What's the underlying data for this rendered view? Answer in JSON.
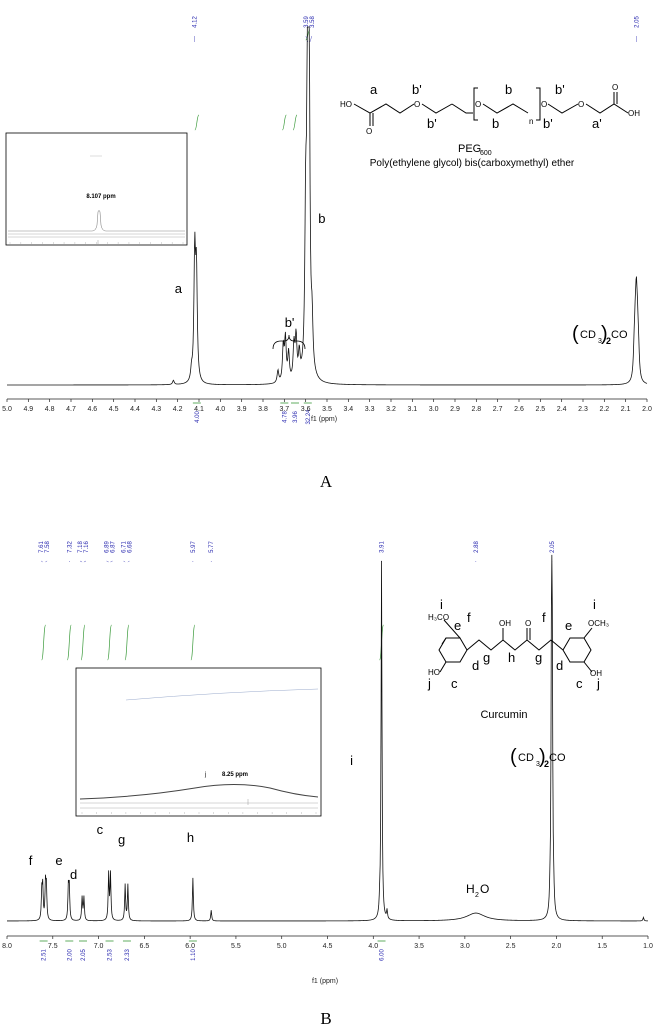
{
  "chart_data": [
    {
      "panel": "A",
      "type": "line",
      "xlabel": "f1 (ppm)",
      "xlim": [
        5.0,
        2.0
      ],
      "x_ticks": [
        "5.0",
        "4.9",
        "4.8",
        "4.7",
        "4.6",
        "4.5",
        "4.4",
        "4.3",
        "4.2",
        "4.1",
        "4.0",
        "3.9",
        "3.8",
        "3.7",
        "3.6",
        "3.5",
        "3.4",
        "3.3",
        "3.2",
        "3.1",
        "3.0",
        "2.9",
        "2.8",
        "2.7",
        "2.6",
        "2.5",
        "2.4",
        "2.3",
        "2.2",
        "2.1",
        "2.0"
      ],
      "x_reversed": true,
      "peak_labels": [
        "4.12",
        "3.59",
        "3.58",
        "2.05"
      ],
      "integrals": [
        {
          "ppm": 4.11,
          "value": "4.00"
        },
        {
          "ppm": 3.7,
          "value": "4.78"
        },
        {
          "ppm": 3.65,
          "value": "3.96"
        },
        {
          "ppm": 3.59,
          "value": "32.24"
        }
      ],
      "peaks": [
        {
          "ppm": 4.22,
          "height": 0.012
        },
        {
          "ppm": 4.135,
          "height": 0.03
        },
        {
          "ppm": 4.12,
          "height": 0.36
        },
        {
          "ppm": 4.112,
          "height": 0.3
        },
        {
          "ppm": 3.73,
          "height": 0.035
        },
        {
          "ppm": 3.705,
          "height": 0.1
        },
        {
          "ppm": 3.695,
          "height": 0.12
        },
        {
          "ppm": 3.68,
          "height": 0.08
        },
        {
          "ppm": 3.655,
          "height": 0.1
        },
        {
          "ppm": 3.645,
          "height": 0.12
        },
        {
          "ppm": 3.63,
          "height": 0.07
        },
        {
          "ppm": 3.6,
          "height": 0.4
        },
        {
          "ppm": 3.59,
          "height": 1.0
        },
        {
          "ppm": 3.585,
          "height": 0.98
        },
        {
          "ppm": 3.57,
          "height": 0.12
        },
        {
          "ppm": 2.06,
          "height": 0.07
        },
        {
          "ppm": 2.055,
          "height": 0.11
        },
        {
          "ppm": 2.05,
          "height": 0.19
        },
        {
          "ppm": 2.045,
          "height": 0.11
        },
        {
          "ppm": 2.04,
          "height": 0.07
        }
      ],
      "assignments": [
        {
          "label": "a",
          "ppm": 4.12
        },
        {
          "label": "b'",
          "ppm": 3.67
        },
        {
          "label": "b",
          "ppm": 3.555
        }
      ],
      "solvent_label": {
        "open": "(",
        "main": "CD",
        "sub": "3",
        "close": ")",
        "sub2": "2",
        "tail": "CO"
      },
      "structure": {
        "labels": [
          "a",
          "b'",
          "b",
          "b'",
          "b'",
          "b",
          "b'",
          "a'"
        ],
        "ho": "HO",
        "oh": "OH",
        "o": "O",
        "n": "n",
        "name_main": "PEG",
        "name_sub": "600",
        "caption": "Poly(ethylene glycol) bis(carboxymethyl) ether"
      },
      "inset": {
        "label": "8.107 ppm"
      },
      "letter": "A"
    },
    {
      "panel": "B",
      "type": "line",
      "xlabel": "f1 (ppm)",
      "xlim": [
        8.0,
        1.0
      ],
      "x_ticks": [
        "8.0",
        "7.5",
        "7.0",
        "6.5",
        "6.0",
        "5.5",
        "5.0",
        "4.5",
        "4.0",
        "3.5",
        "3.0",
        "2.5",
        "2.0",
        "1.5",
        "1.0"
      ],
      "x_reversed": true,
      "peak_labels": [
        "7.61",
        "7.58",
        "7.32",
        "7.18",
        "7.16",
        "6.89",
        "6.87",
        "6.71",
        "6.68",
        "5.97",
        "5.77",
        "3.91",
        "2.88",
        "2.05"
      ],
      "integrals": [
        {
          "ppm": 7.6,
          "value": "2.51"
        },
        {
          "ppm": 7.32,
          "value": "2.00"
        },
        {
          "ppm": 7.17,
          "value": "2.05"
        },
        {
          "ppm": 6.88,
          "value": "2.53"
        },
        {
          "ppm": 6.69,
          "value": "2.33"
        },
        {
          "ppm": 5.97,
          "value": "1.10"
        },
        {
          "ppm": 3.91,
          "value": "6.00"
        }
      ],
      "peaks": [
        {
          "ppm": 7.62,
          "height": 0.08
        },
        {
          "ppm": 7.61,
          "height": 0.09
        },
        {
          "ppm": 7.58,
          "height": 0.1
        },
        {
          "ppm": 7.57,
          "height": 0.09
        },
        {
          "ppm": 7.33,
          "height": 0.09
        },
        {
          "ppm": 7.32,
          "height": 0.09
        },
        {
          "ppm": 7.18,
          "height": 0.065
        },
        {
          "ppm": 7.16,
          "height": 0.065
        },
        {
          "ppm": 6.89,
          "height": 0.13
        },
        {
          "ppm": 6.87,
          "height": 0.13
        },
        {
          "ppm": 6.71,
          "height": 0.1
        },
        {
          "ppm": 6.68,
          "height": 0.1
        },
        {
          "ppm": 5.97,
          "height": 0.12
        },
        {
          "ppm": 5.77,
          "height": 0.03
        },
        {
          "ppm": 3.93,
          "height": 0.03
        },
        {
          "ppm": 3.91,
          "height": 1.0
        },
        {
          "ppm": 3.85,
          "height": 0.025
        },
        {
          "ppm": 2.07,
          "height": 0.04
        },
        {
          "ppm": 2.055,
          "height": 0.4
        },
        {
          "ppm": 2.05,
          "height": 0.62
        },
        {
          "ppm": 2.045,
          "height": 0.4
        },
        {
          "ppm": 2.03,
          "height": 0.04
        },
        {
          "ppm": 1.05,
          "height": 0.01
        }
      ],
      "broad_peaks": [
        {
          "ppm": 2.88,
          "height": 0.022,
          "width": 0.12
        }
      ],
      "assignments": [
        {
          "label": "f",
          "ppm": 7.62
        },
        {
          "label": "e",
          "ppm": 7.33
        },
        {
          "label": "d",
          "ppm": 7.17
        },
        {
          "label": "c",
          "ppm": 6.88
        },
        {
          "label": "g",
          "ppm": 6.69
        },
        {
          "label": "h",
          "ppm": 5.97
        },
        {
          "label": "i",
          "ppm": 4.1
        }
      ],
      "water_label": {
        "main": "H",
        "sub": "2",
        "tail": "O"
      },
      "solvent_label": {
        "open": "(",
        "main": "CD",
        "sub": "3",
        "close": ")",
        "sub2": "2",
        "tail": "CO"
      },
      "structure": {
        "labels": [
          "i",
          "e",
          "f",
          "f",
          "e",
          "i",
          "j",
          "c",
          "d",
          "g",
          "h",
          "g",
          "d",
          "c",
          "j"
        ],
        "h3co": "H₃CO",
        "och3": "OCH₃",
        "oh": "OH",
        "ho": "HO",
        "o": "O",
        "name": "Curcumin"
      },
      "inset": {
        "label_j": "j",
        "label": "8.25 ppm"
      },
      "letter": "B"
    }
  ]
}
